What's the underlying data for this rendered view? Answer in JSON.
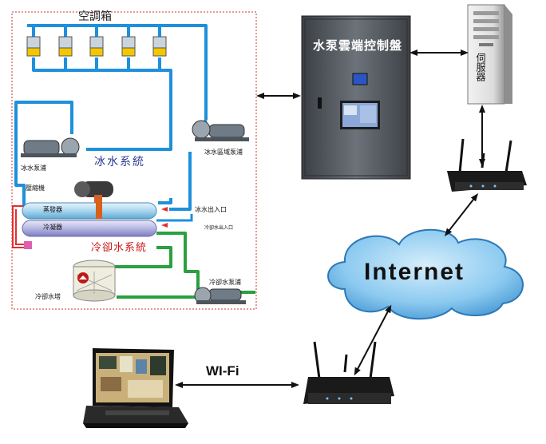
{
  "labels": {
    "ac_box": "空調箱",
    "chilled_water_system": "冰水系統",
    "chilled_pump": "冰水泵浦",
    "chilled_zone_pump": "冰水區域泵浦",
    "compressor": "壓縮機",
    "evaporator": "蒸發器",
    "condenser": "冷凝器",
    "chilled_outlet_inlet": "冰水出入口",
    "cooling_outlet_inlet": "冷卻水出入口",
    "cooling_water_system": "冷卻水系統",
    "cooling_tower": "冷卻水塔",
    "cooling_pump": "冷卻水泵浦",
    "control_panel": "水泵雲端控制盤",
    "server": "伺服器",
    "internet": "Internet",
    "wifi": "WI-Fi"
  },
  "colors": {
    "chilled_pipe": "#1e90dc",
    "cooling_pipe": "#2aa040",
    "condenser_loop": "#e03030",
    "frame_border": "#d03030",
    "cloud": "#78c0ec",
    "panel": "#5a6068"
  },
  "icons": {
    "cloud": "cloud-icon",
    "router": "router-icon",
    "server": "server-icon",
    "laptop": "laptop-icon"
  }
}
